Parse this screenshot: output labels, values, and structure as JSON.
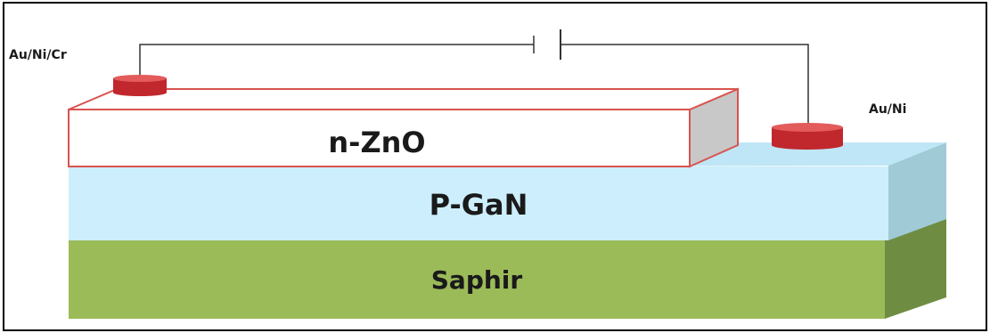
{
  "diagram": {
    "layers": {
      "zno": "n-ZnO",
      "gan": "P-GaN",
      "substrate": "Saphir"
    },
    "contacts": {
      "left": "Au/Ni/Cr",
      "right": "Au/Ni"
    },
    "colors": {
      "frame": "#000000",
      "zno_outline": "#d9534f",
      "zno_front": "#ffffff",
      "zno_side": "#c8c8c8",
      "gan_front": "#cdeefc",
      "gan_top": "#bfe6f6",
      "gan_side": "#9fcad6",
      "substrate_front": "#9bbb59",
      "substrate_side": "#6f8d42",
      "electrode_body": "#c0282d",
      "electrode_top": "#e35b5b",
      "wire": "#333333"
    }
  }
}
